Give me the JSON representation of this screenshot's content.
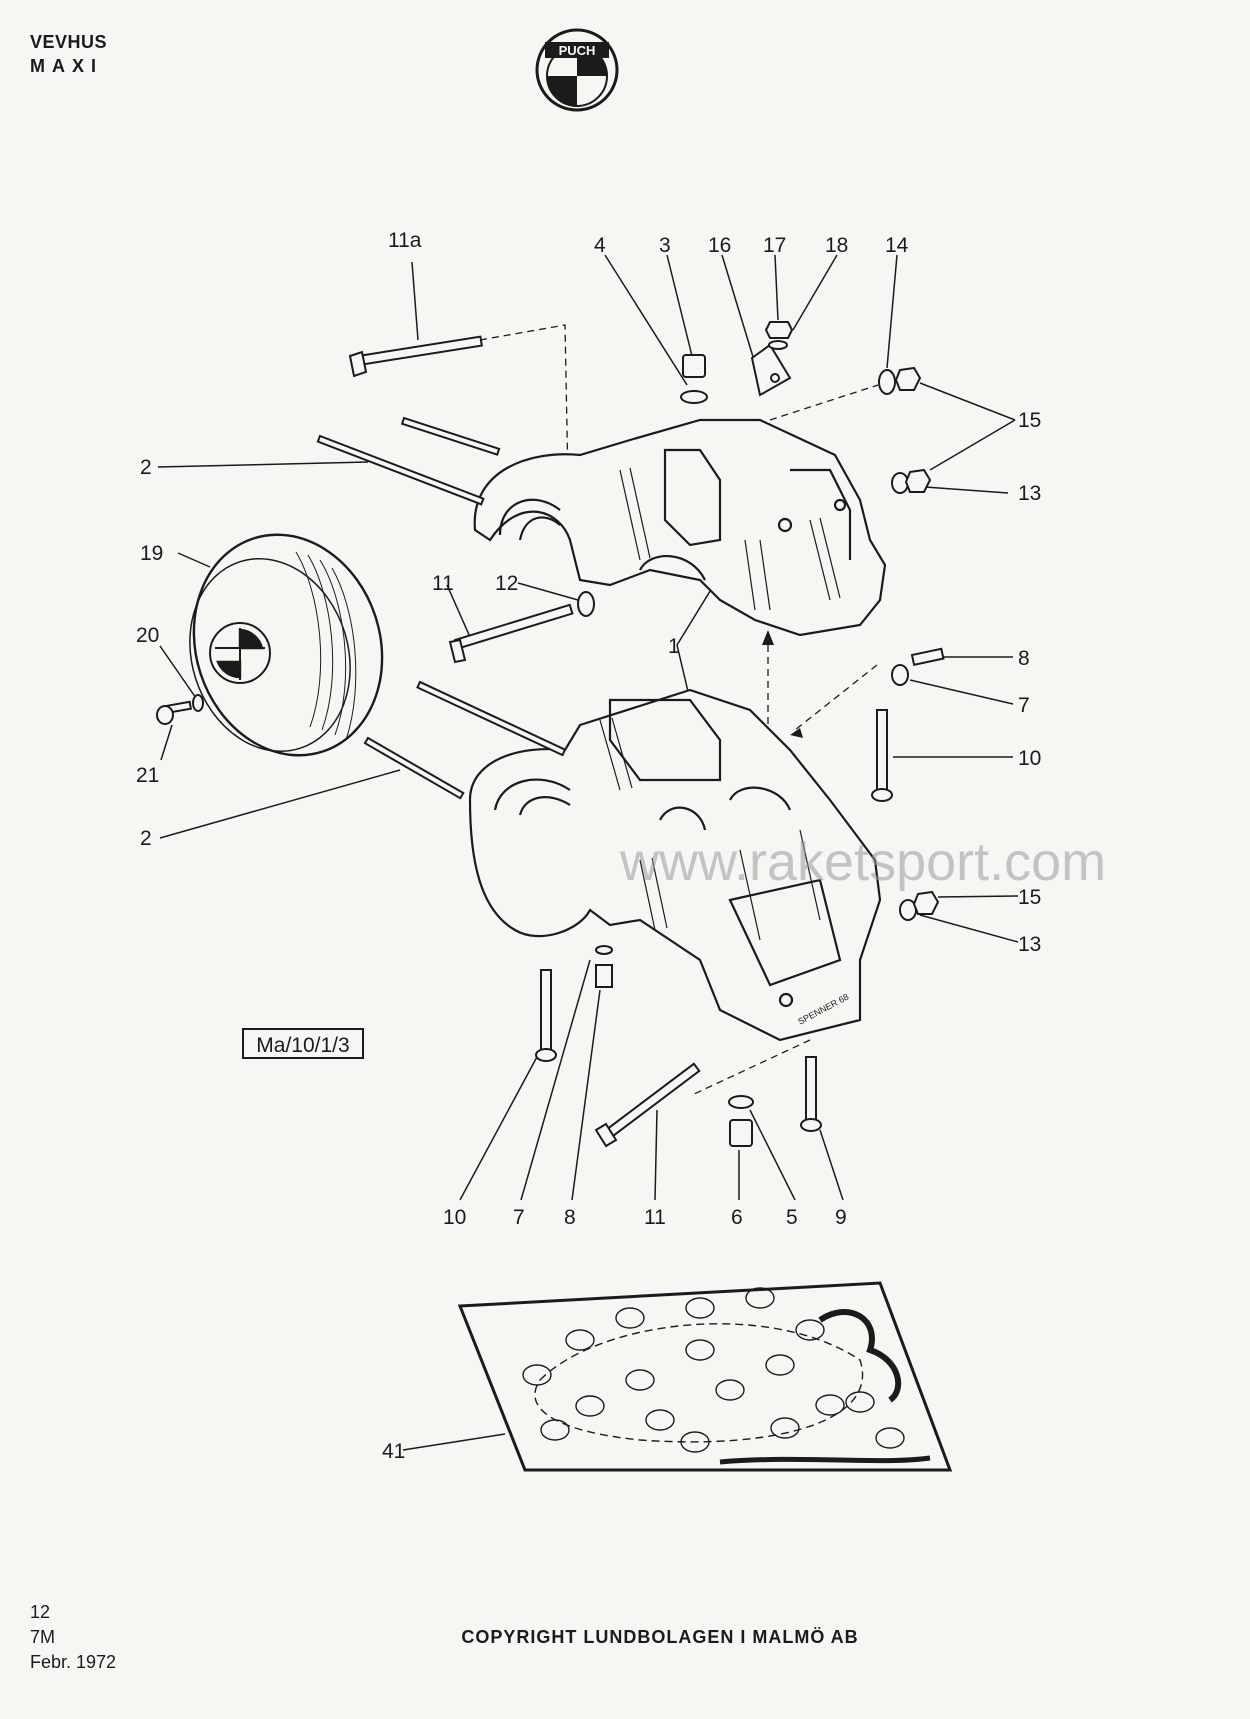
{
  "header": {
    "title": "VEVHUS",
    "subtitle": "MAXI"
  },
  "logo": {
    "text": "PUCH"
  },
  "drawing_box": "Ma/10/1/3",
  "watermark": "www.raketsport.com",
  "artist_signature": "SPENNER 68",
  "callouts": {
    "c11a": "11a",
    "c4": "4",
    "c3": "3",
    "c16": "16",
    "c17": "17",
    "c18": "18",
    "c14": "14",
    "c15a": "15",
    "c13a": "13",
    "c2a": "2",
    "c19": "19",
    "c20": "20",
    "c21": "21",
    "c11": "11",
    "c12": "12",
    "c1": "1",
    "c8": "8",
    "c7": "7",
    "c10": "10",
    "c2b": "2",
    "c15b": "15",
    "c13b": "13",
    "b10": "10",
    "b7": "7",
    "b8": "8",
    "b11": "11",
    "b6": "6",
    "b5": "5",
    "b9": "9",
    "c41": "41"
  },
  "footer": {
    "page_number": "12",
    "code": "7M",
    "date": "Febr. 1972",
    "copyright": "COPYRIGHT  LUNDBOLAGEN  I  MALMÖ  AB"
  },
  "colors": {
    "paper": "#f7f6f2",
    "ink": "#1b1b1b",
    "watermark": "#9a9a9a"
  }
}
